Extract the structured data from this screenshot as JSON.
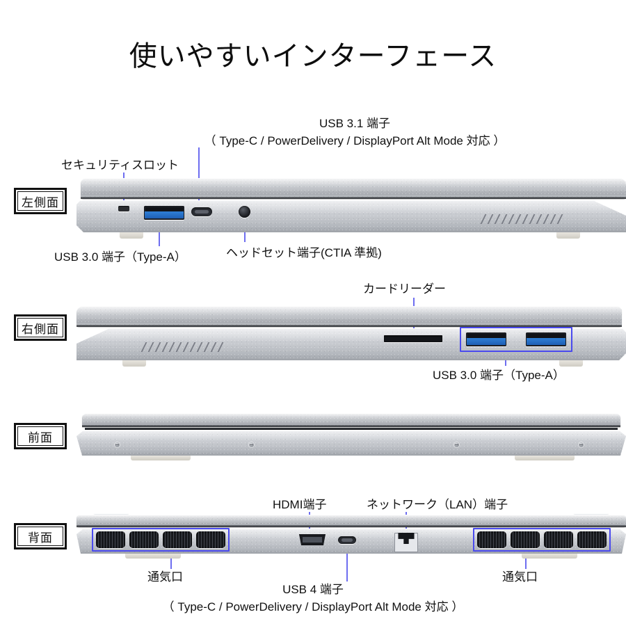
{
  "title": "使いやすいインターフェース",
  "views": {
    "left": {
      "badge": "左側面"
    },
    "right": {
      "badge": "右側面"
    },
    "front": {
      "badge": "前面"
    },
    "rear": {
      "badge": "背面"
    }
  },
  "labels": {
    "usb31_line1": "USB 3.1 端子",
    "usb31_line2": "（ Type-C / PowerDelivery / DisplayPort Alt Mode 対応 ）",
    "security_slot": "セキュリティスロット",
    "usb30_type_a_left": "USB 3.0 端子（Type-A）",
    "headset": "ヘッドセット端子(CTIA 準拠)",
    "card_reader": "カードリーダー",
    "usb30_type_a_right": "USB 3.0 端子（Type-A）",
    "hdmi": "HDMI端子",
    "lan": "ネットワーク（LAN）端子",
    "vent_left": "通気口",
    "vent_right": "通気口",
    "usb4_line1": "USB 4 端子",
    "usb4_line2": "（ Type-C / PowerDelivery / DisplayPort Alt Mode 対応 ）"
  },
  "colors": {
    "leader_line": "#6d6df0",
    "highlight_box": "#4a4aee",
    "usb_blue": "#2f7fd6",
    "text": "#111111",
    "background": "#ffffff"
  }
}
